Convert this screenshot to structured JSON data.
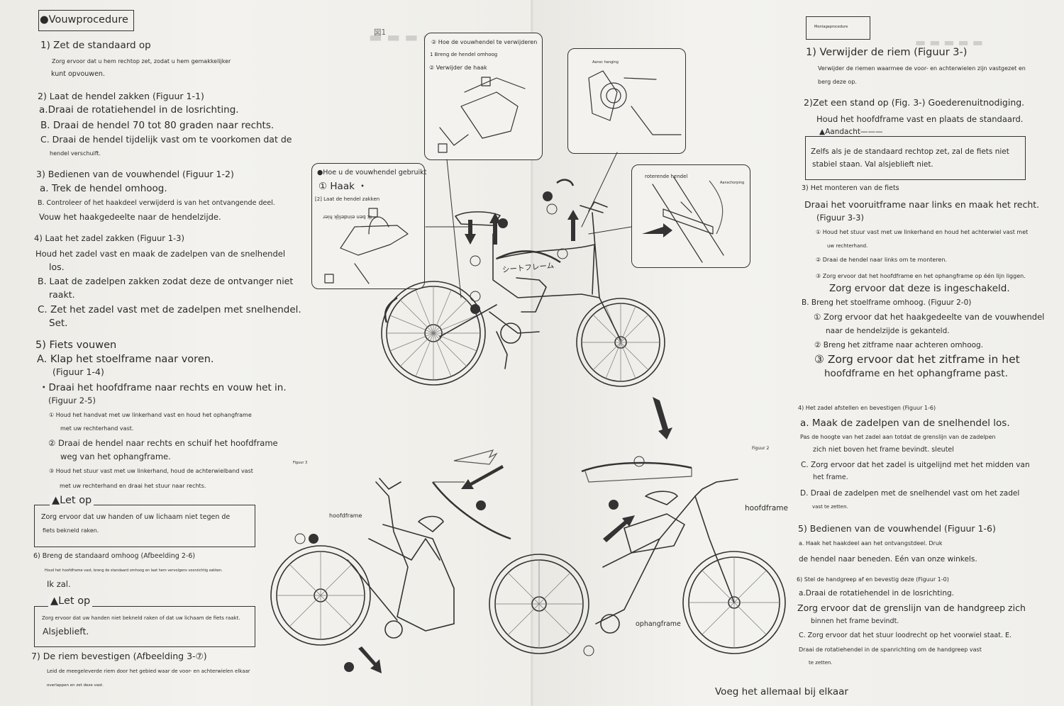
{
  "left": {
    "header": "●Vouwprocedure",
    "s1_title": "1) Zet de standaard op",
    "s1_body1": "Zorg ervoor dat u hem rechtop zet, zodat u hem gemakkelijker",
    "s1_body2": "kunt opvouwen.",
    "s2_title": "2) Laat de hendel zakken (Figuur 1-1)",
    "s2_a": "a.Draai de rotatiehendel in de losrichting.",
    "s2_b": "B. Draai de hendel 70 tot 80 graden naar rechts.",
    "s2_c1": "C. Draai de hendel tijdelijk vast om te voorkomen dat de",
    "s2_c2": "hendel verschuift.",
    "s3_title": "3) Bedienen van de vouwhendel (Figuur 1-2)",
    "s3_a": "a. Trek de hendel omhoog.",
    "s3_b": "B. Controleer of het haakdeel verwijderd is van het ontvangende deel.",
    "s3_c": "Vouw het haakgedeelte naar de hendelzijde.",
    "s4_title": "4) Laat het zadel zakken (Figuur 1-3)",
    "s4_a1": "Houd het zadel vast en maak de zadelpen van de snelhendel",
    "s4_a2": "los.",
    "s4_b1": "B. Laat de zadelpen zakken zodat deze de ontvanger niet",
    "s4_b2": "raakt.",
    "s4_c1": "C. Zet het zadel vast met de zadelpen met snelhendel.",
    "s4_c2": "Set.",
    "s5_title": "5) Fiets vouwen",
    "s5_a": "A. Klap het stoelframe naar voren.",
    "s5_a2": "(Figuur 1-4)",
    "s5_b": "・Draai het hoofdframe naar rechts en vouw het in.",
    "s5_b2": "(Figuur 2-5)",
    "s5_1a": "① Houd het handvat met uw linkerhand vast en houd het ophangframe",
    "s5_1b": "met uw rechterhand vast.",
    "s5_2a": "② Draai de hendel naar rechts en schuif het hoofdframe",
    "s5_2b": "weg van het ophangframe.",
    "s5_3a": "③ Houd het stuur vast met uw linkerhand, houd de achterwielband vast",
    "s5_3b": "met uw rechterhand en draai het stuur naar rechts.",
    "warn1_title": "▲Let op",
    "warn1_body1": "Zorg ervoor dat uw handen of uw lichaam niet tegen de",
    "warn1_body2": "fiets bekneld raken.",
    "s6_title": "6) Breng de standaard omhoog (Afbeelding 2-6)",
    "s6_small": "Houd het hoofdframe vast, breng de standaard omhoog en laat hem vervolgens voorzichtig zakken.",
    "s6_end": "Ik zal.",
    "warn2_title": "▲Let op",
    "warn2_body1": "Zorg ervoor dat uw handen niet bekneld raken of dat uw lichaam de fiets raakt.",
    "warn2_body2": "Alsjeblieft.",
    "s7_title": "7) De riem bevestigen (Afbeelding 3-⑦)",
    "s7_body1": "Leid de meegeleverde riem door het gebied waar de voor- en achterwielen elkaar",
    "s7_body2": "overlappen en zet deze vast."
  },
  "figures": {
    "fig1_label": "図1",
    "hook_box_title": "●Hoe u de vouwhendel gebruikt",
    "hook_label": "① Haak ・",
    "hook_step": "[2] Laat de hendel zakken",
    "hook_note": "Ik ben eindelijk hier",
    "remove_title": "② Hoe de vouwhendel te verwijderen",
    "remove_1": "1 Breng de hendel omhoog",
    "remove_2": "② Verwijder de haak",
    "clamp_label": "Aansc hanging",
    "rot_label": "roterende hendel",
    "clamp_label2": "Aanschorping",
    "seat_frame": "シートフレーム",
    "figuur2": "Figuur 2",
    "figuur3": "Figuur 3",
    "hoofdframe_a": "hoofdframe",
    "hoofdframe_b": "hoofdframe",
    "ophangframe": "ophangframe"
  },
  "right": {
    "header": "Montageprocedure",
    "r1_title": "1) Verwijder de riem (Figuur 3-)",
    "r1_body1": "Verwijder de riemen waarmee de voor- en achterwielen zijn vastgezet en",
    "r1_body2": "berg deze op.",
    "r2_title": "2)Zet een stand op (Fig. 3-) Goederenuitnodiging.",
    "r2_body": "Houd het hoofdframe vast en plaats de standaard.",
    "warn_title": "▲Aandacht———",
    "warn_body1": "Zelfs als je de standaard rechtop zet, zal de fiets niet",
    "warn_body2": "stabiel staan. Val alsjeblieft niet.",
    "r3_title": "3) Het monteren van de fiets",
    "r3_a": "Draai het vooruitframe naar links en maak het recht.",
    "r3_a2": "(Figuur 3-3)",
    "r3_1a": "① Houd het stuur vast met uw linkerhand en houd het achterwiel vast met",
    "r3_1b": "uw rechterhand.",
    "r3_2": "② Draai de hendel naar links om te monteren.",
    "r3_3": "③ Zorg ervoor dat het hoofdframe en het ophangframe op één lijn liggen.",
    "r3_big": "Zorg ervoor dat deze is ingeschakeld.",
    "r3_b": "B. Breng het stoelframe omhoog. (Figuur 2-0)",
    "r3_b1a": "① Zorg ervoor dat het haakgedeelte van de vouwhendel",
    "r3_b1b": "naar de hendelzijde is gekanteld.",
    "r3_b2": "② Breng het zitframe naar achteren omhoog.",
    "r3_b3a": "③ Zorg ervoor dat het zitframe in het",
    "r3_b3b": "hoofdframe en het ophangframe past.",
    "r4_title": "4) Het zadel afstellen en bevestigen (Figuur 1-6)",
    "r4_a": "a. Maak de zadelpen van de snelhendel los.",
    "r4_a1": "Pas de hoogte van het zadel aan totdat de grenslijn van de zadelpen",
    "r4_a2": "zich niet boven het frame bevindt. sleutel",
    "r4_c1": "C. Zorg ervoor dat het zadel is uitgelijnd met het midden van",
    "r4_c2": "het frame.",
    "r4_d1": "D. Draai de zadelpen met de snelhendel vast om het zadel",
    "r4_d2": "vast te zetten.",
    "r5_title": "5) Bedienen van de vouwhendel (Figuur 1-6)",
    "r5_a": "a. Haak het haakdeel aan het ontvangstdeel. Druk",
    "r5_a2": "de hendel naar beneden. Eén van onze winkels.",
    "r6_title": "6) Stel de handgreep af en bevestig deze (Figuur 1-0)",
    "r6_a": "a.Draai de rotatiehendel in de losrichting.",
    "r6_big1": "Zorg ervoor dat de grenslijn van de handgreep zich",
    "r6_big2": "binnen het frame bevindt.",
    "r6_c": "C. Zorg ervoor dat het stuur loodrecht op het voorwiel staat. E.",
    "r6_d1": "Draai de rotatiehendel in de spanrichting om de handgreep vast",
    "r6_d2": "te zetten.",
    "footer": "Voeg het allemaal bij elkaar"
  }
}
